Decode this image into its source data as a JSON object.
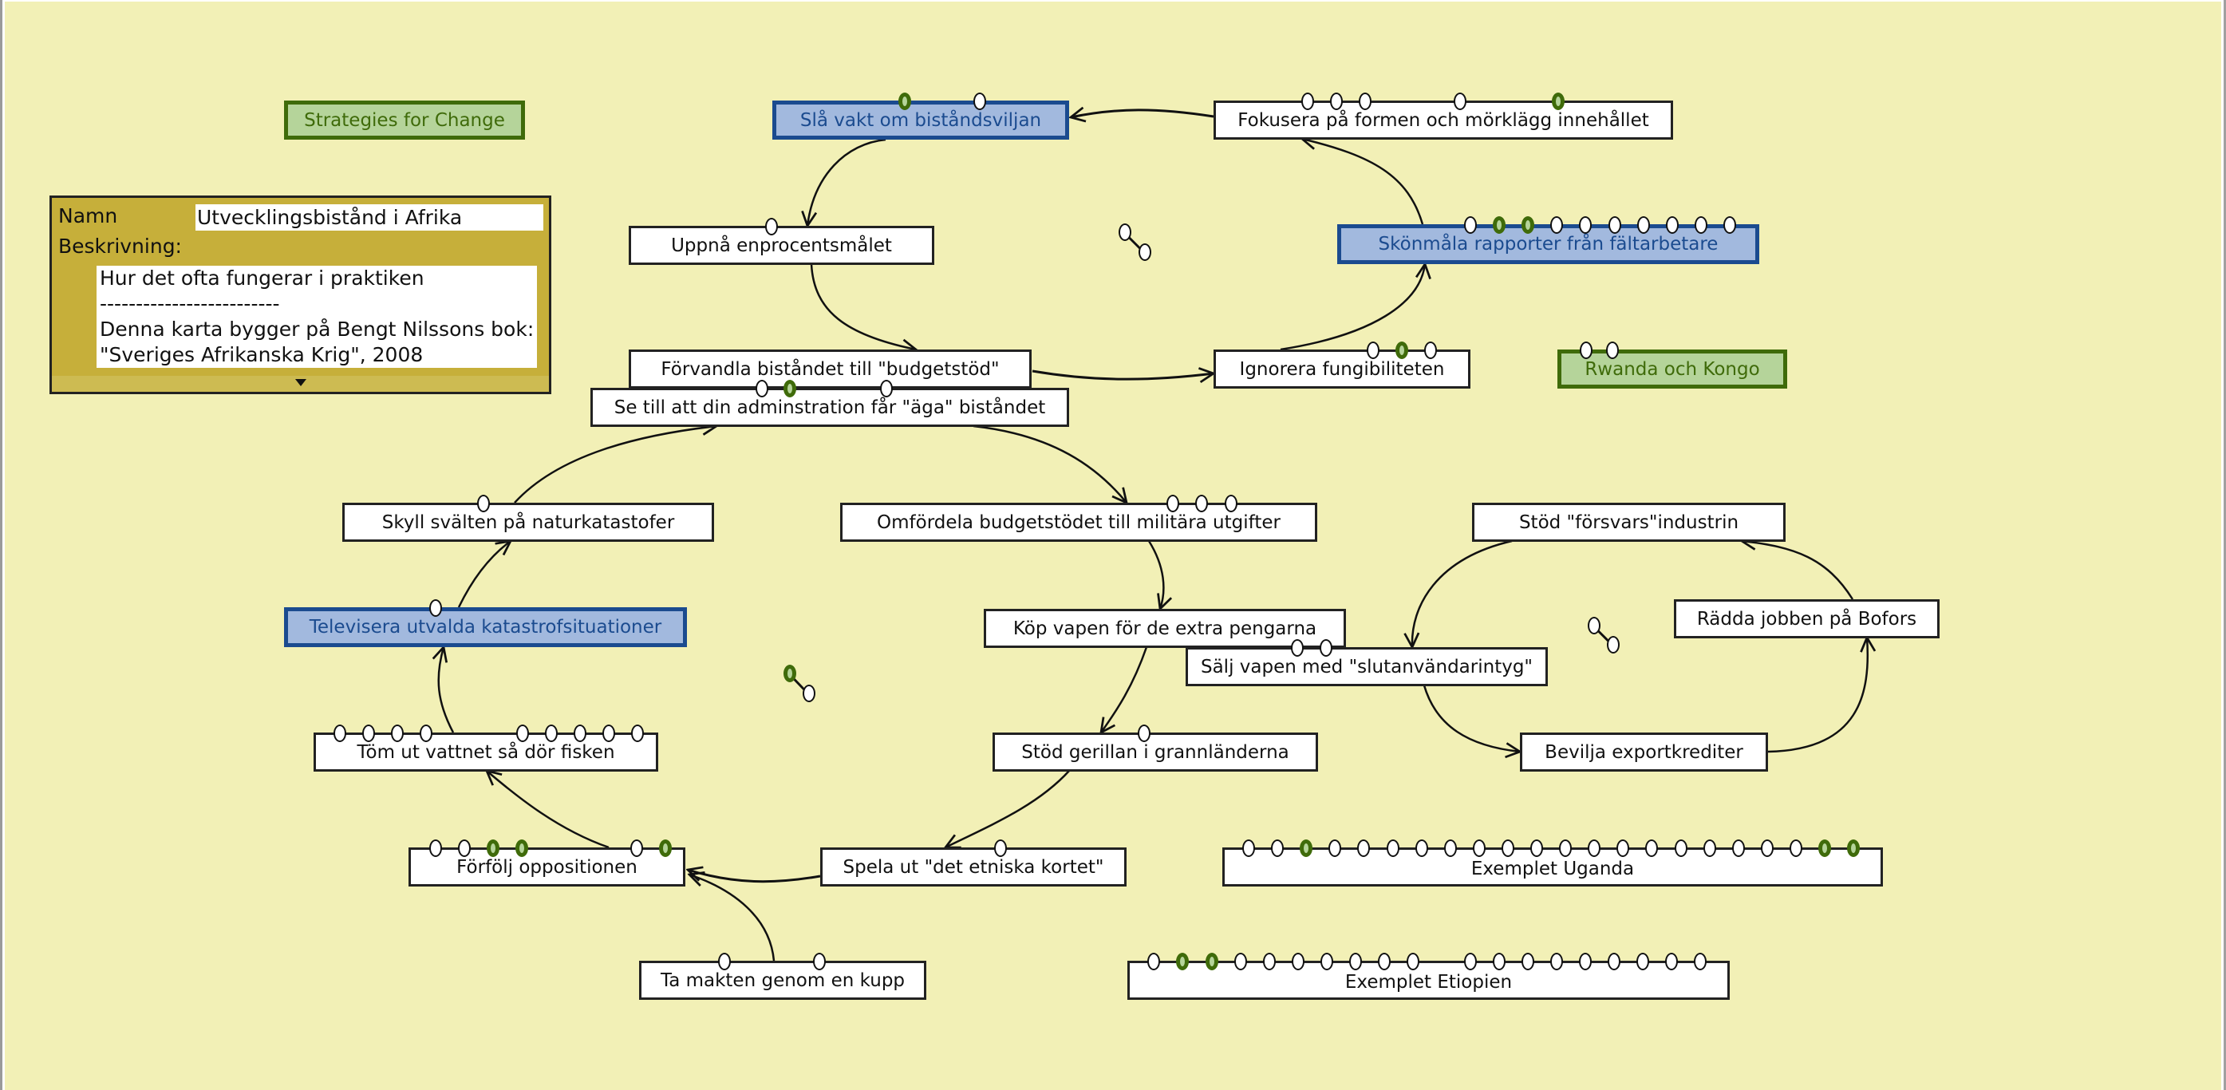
{
  "info_panel": {
    "name_label": "Namn",
    "name_value": "Utvecklingsbistånd i Afrika",
    "description_label": "Beskrivning:",
    "description_lines": [
      "Hur det ofta fungerar i praktiken",
      "-------------------------",
      "Denna karta bygger på Bengt Nilssons bok:",
      "\"Sveriges Afrikanska Krig\", 2008"
    ],
    "expand_icon": "triangle-down-icon"
  },
  "colors": {
    "canvas": "#f2f0b6",
    "node_default_fill": "#ffffff",
    "node_blue_fill": "#a2b9de",
    "node_blue_border": "#1b4b8f",
    "node_green_fill": "#b5d49a",
    "node_green_border": "#3f6b0a",
    "info_panel_fill": "#c6af3a"
  },
  "nodes": [
    {
      "id": "strategies",
      "label": "Strategies for Change",
      "style": "green",
      "dots": []
    },
    {
      "id": "sla-vakt",
      "label": "Slå vakt om biståndsviljan",
      "style": "blue",
      "dots": [
        "g",
        "w"
      ]
    },
    {
      "id": "fokusera",
      "label": "Fokusera på formen och mörklägg innehållet",
      "style": "default",
      "dots": [
        "w",
        "w",
        "w",
        "w",
        "g"
      ]
    },
    {
      "id": "uppna",
      "label": "Uppnå enprocentsmålet",
      "style": "default",
      "dots": [
        "w"
      ]
    },
    {
      "id": "skonmala",
      "label": "Skönmåla rapporter från fältarbetare",
      "style": "blue",
      "dots": [
        "w",
        "g",
        "g",
        "w",
        "w",
        "w",
        "w",
        "w",
        "w",
        "w"
      ]
    },
    {
      "id": "forvandla",
      "label": "Förvandla biståndet till \"budgetstöd\"",
      "style": "default",
      "dots": []
    },
    {
      "id": "ignorera",
      "label": "Ignorera  fungibiliteten",
      "style": "default",
      "dots": [
        "w",
        "g",
        "w"
      ]
    },
    {
      "id": "rwanda",
      "label": "Rwanda och Kongo",
      "style": "green",
      "dots": [
        "w",
        "w"
      ]
    },
    {
      "id": "se-till",
      "label": "Se till att din adminstration får \"äga\" biståndet",
      "style": "default",
      "dots": [
        "w",
        "g",
        "w"
      ]
    },
    {
      "id": "skyll",
      "label": "Skyll svälten på naturkatastofer",
      "style": "default",
      "dots": [
        "w"
      ]
    },
    {
      "id": "omfordela",
      "label": "Omfördela budgetstödet till militära utgifter",
      "style": "default",
      "dots": [
        "w",
        "w",
        "w"
      ]
    },
    {
      "id": "stod-forsvars",
      "label": "Stöd \"försvars\"industrin",
      "style": "default",
      "dots": []
    },
    {
      "id": "televisera",
      "label": "Televisera utvalda katastrofsituationer",
      "style": "blue",
      "dots": [
        "w"
      ]
    },
    {
      "id": "radda",
      "label": "Rädda jobben på Bofors",
      "style": "default",
      "dots": []
    },
    {
      "id": "kop-vapen",
      "label": "Köp vapen för de extra pengarna",
      "style": "default",
      "dots": []
    },
    {
      "id": "salj-vapen",
      "label": "Sälj vapen med \"slutanvändarintyg\"",
      "style": "default",
      "dots": [
        "w",
        "w"
      ]
    },
    {
      "id": "tom-ut",
      "label": "Töm ut vattnet så dör fisken",
      "style": "default",
      "dots": [
        "w",
        "w",
        "w",
        "w",
        "w",
        "w",
        "w",
        "w",
        "w"
      ]
    },
    {
      "id": "stod-gerillan",
      "label": "Stöd gerillan i grannländerna",
      "style": "default",
      "dots": [
        "w"
      ]
    },
    {
      "id": "bevilja",
      "label": "Bevilja exportkrediter",
      "style": "default",
      "dots": []
    },
    {
      "id": "forfolj",
      "label": "Förfölj oppositionen",
      "style": "default",
      "dots": [
        "w",
        "w",
        "g",
        "g",
        "w",
        "g"
      ]
    },
    {
      "id": "spela-ut",
      "label": "Spela ut \"det etniska kortet\"",
      "style": "default",
      "dots": [
        "w"
      ]
    },
    {
      "id": "uganda",
      "label": "Exemplet Uganda",
      "style": "default",
      "dots": [
        "w",
        "w",
        "g",
        "w",
        "w",
        "w",
        "w",
        "w",
        "w",
        "w",
        "w",
        "w",
        "w",
        "w",
        "w",
        "w",
        "w",
        "w",
        "w",
        "w",
        "g",
        "g"
      ]
    },
    {
      "id": "ta-makten",
      "label": "Ta makten genom en kupp",
      "style": "default",
      "dots": [
        "w",
        "w"
      ]
    },
    {
      "id": "etiopien",
      "label": "Exemplet Etiopien",
      "style": "default",
      "dots": [
        "w",
        "g",
        "g",
        "w",
        "w",
        "w",
        "w",
        "w",
        "w",
        "w",
        "w",
        "w",
        "w",
        "w",
        "w",
        "w",
        "w",
        "w",
        "w"
      ]
    }
  ],
  "floating_links": [
    {
      "id": "link-1",
      "dots": [
        "w",
        "w"
      ]
    },
    {
      "id": "link-2",
      "dots": [
        "g",
        "w"
      ]
    },
    {
      "id": "link-3",
      "dots": [
        "w",
        "w"
      ]
    }
  ],
  "edges": [
    {
      "from": "fokusera",
      "to": "sla-vakt"
    },
    {
      "from": "sla-vakt",
      "to": "uppna"
    },
    {
      "from": "uppna",
      "to": "forvandla"
    },
    {
      "from": "forvandla",
      "to": "ignorera"
    },
    {
      "from": "ignorera",
      "to": "skonmala"
    },
    {
      "from": "skonmala",
      "to": "fokusera"
    },
    {
      "from": "se-till",
      "to": "omfordela"
    },
    {
      "from": "skyll",
      "to": "se-till"
    },
    {
      "from": "omfordela",
      "to": "kop-vapen"
    },
    {
      "from": "kop-vapen",
      "to": "stod-gerillan"
    },
    {
      "from": "stod-gerillan",
      "to": "spela-ut"
    },
    {
      "from": "spela-ut",
      "to": "forfolj"
    },
    {
      "from": "ta-makten",
      "to": "forfolj"
    },
    {
      "from": "forfolj",
      "to": "tom-ut"
    },
    {
      "from": "tom-ut",
      "to": "televisera"
    },
    {
      "from": "televisera",
      "to": "skyll"
    },
    {
      "from": "stod-forsvars",
      "to": "salj-vapen"
    },
    {
      "from": "salj-vapen",
      "to": "bevilja"
    },
    {
      "from": "bevilja",
      "to": "radda"
    },
    {
      "from": "radda",
      "to": "stod-forsvars"
    }
  ]
}
